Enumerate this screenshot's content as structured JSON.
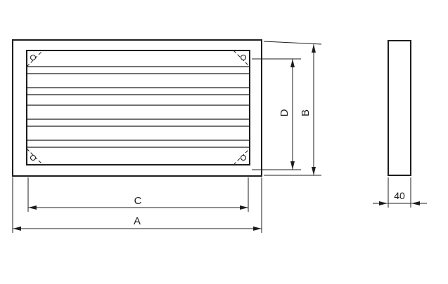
{
  "colors": {
    "line": "#1d1d1d",
    "background": "#ffffff"
  },
  "drawing": {
    "type": "technical-drawing",
    "subject": "ventilation-grille-front-and-side-view"
  },
  "dimensions": {
    "outer_width_label": "A",
    "outer_height_label": "B",
    "inner_width_label": "C",
    "inner_height_label": "D",
    "depth_label": "40"
  }
}
